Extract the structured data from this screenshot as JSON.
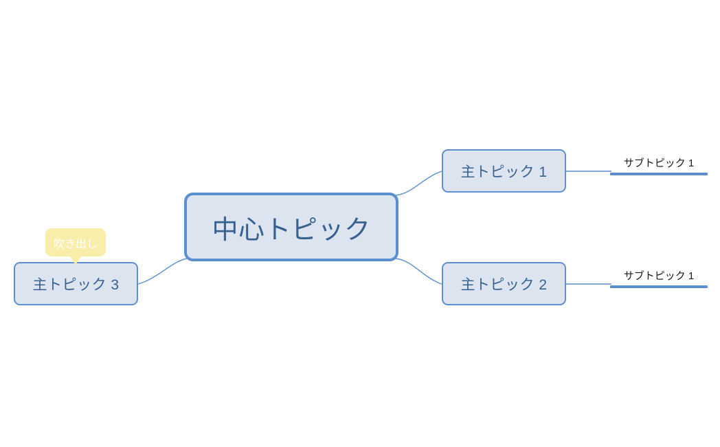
{
  "diagram": {
    "type": "mind-map",
    "background_color": "#ffffff",
    "accent_color": "#5b8fd0",
    "node_fill_color": "#dce4f0",
    "node_text_color": "#39618f",
    "callout_color": "#f8eda9"
  },
  "center": {
    "label": "中心トピック"
  },
  "main_topics": [
    {
      "label": "主トピック 1"
    },
    {
      "label": "主トピック 2"
    },
    {
      "label": "主トピック 3"
    }
  ],
  "subtopics": [
    {
      "label": "サブトピック 1"
    },
    {
      "label": "サブトピック 1"
    }
  ],
  "callout": {
    "label": "吹き出し"
  }
}
